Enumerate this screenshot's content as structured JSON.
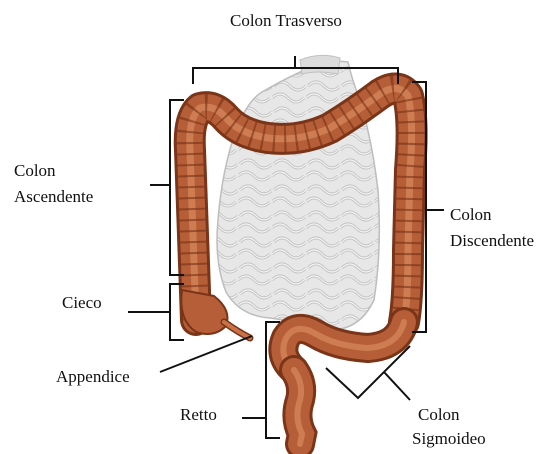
{
  "labels": {
    "transverse": "Colon Trasverso",
    "ascending": [
      "Colon",
      "Ascendente"
    ],
    "descending": [
      "Colon",
      "Discendente"
    ],
    "cecum": "Cieco",
    "appendix": "Appendice",
    "rectum": "Retto",
    "sigmoid": [
      "Colon",
      "Sigmoideo"
    ]
  },
  "colors": {
    "colon": "#b65e37",
    "colon_dark": "#7a3417",
    "colon_light": "#d98a5f",
    "small_intestine": "#e6e6e6",
    "small_intestine_shade": "#c4c4c4",
    "leader": "#111111"
  }
}
